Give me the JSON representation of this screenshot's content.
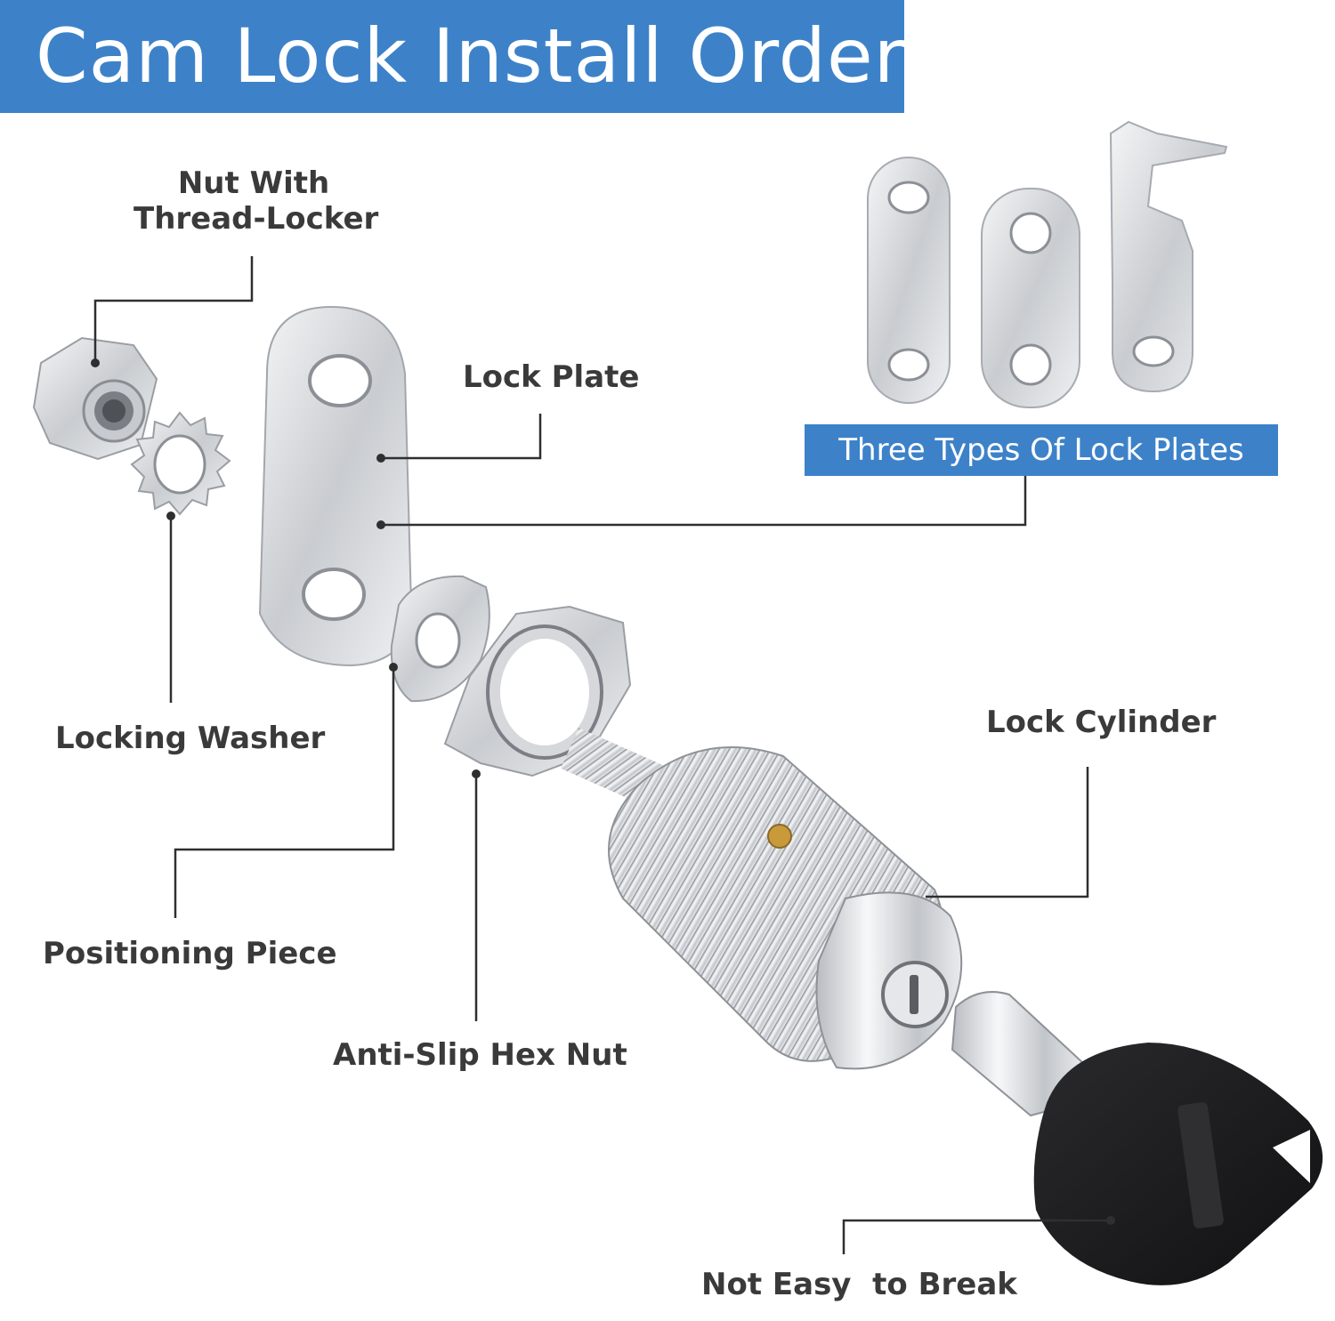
{
  "title": "Cam Lock Install Order",
  "colors": {
    "banner": "#3d82c9",
    "leader": "#2f2f2f",
    "metal": "#cfd2d6",
    "key": "#1b1b1c",
    "brass": "#c99a3a"
  },
  "labels": {
    "nut_line1": "Nut With",
    "nut_line2": "Thread-Locker",
    "lock_plate": "Lock Plate",
    "locking_washer": "Locking Washer",
    "positioning_piece": "Positioning Piece",
    "anti_slip_hex_nut": "Anti-Slip Hex Nut",
    "lock_cylinder": "Lock Cylinder",
    "not_easy_to_break": "Not Easy  to Break",
    "three_types": "Three Types Of Lock Plates"
  }
}
